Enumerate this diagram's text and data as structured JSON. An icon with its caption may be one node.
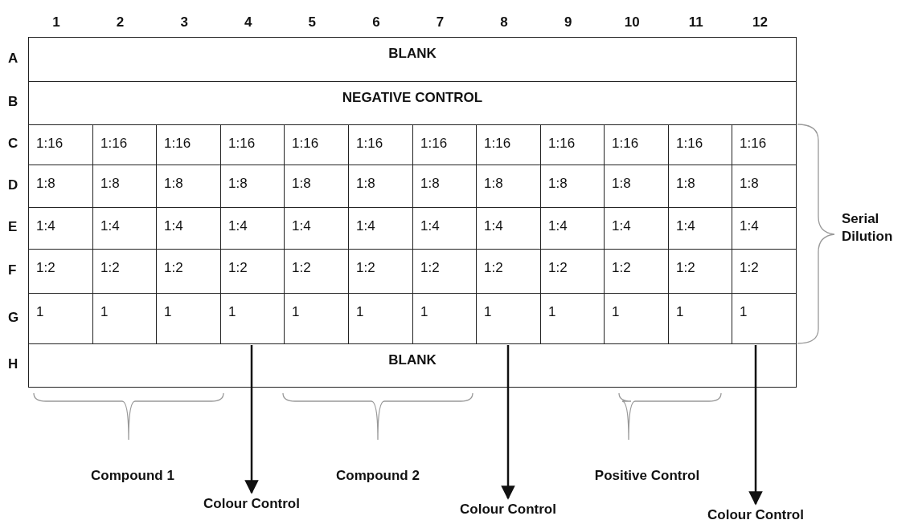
{
  "diagram": {
    "nodes": [
      {
        "text": [
          "Colour Control"
        ]
      },
      {
        "text": [
          "Colour Control"
        ]
      },
      {
        "text": [
          "Colour Control"
        ]
      }
    ],
    "edges": [
      {
        "from": null,
        "to": 0,
        "arrow": "to"
      },
      {
        "from": null,
        "to": 1,
        "arrow": "to"
      },
      {
        "from": null,
        "to": 2,
        "arrow": "to"
      }
    ],
    "labels": [
      "1",
      "2",
      "3",
      "4",
      "5",
      "6",
      "7",
      "8",
      "9",
      "10",
      "11",
      "12",
      "A",
      "BLANK",
      "B",
      "NEGATIVE CONTROL",
      "C",
      "1:16",
      "1:16",
      "1:16",
      "1:16",
      "1:16",
      "1:16",
      "1:16",
      "1:16",
      "1:16",
      "1:16",
      "1:16",
      "1:16",
      "D",
      "1:8",
      "1:8",
      "1:8",
      "1:8",
      "1:8",
      "1:8",
      "1:8",
      "1:8",
      "1:8",
      "1:8",
      "1:8",
      "1:8",
      "E",
      "1:4",
      "1:4",
      "1:4",
      "1:4",
      "1:4",
      "1:4",
      "1:4",
      "1:4",
      "1:4",
      "1:4",
      "1:4",
      "1:4",
      "F",
      "1:2",
      "1:2",
      "1:2",
      "1:2",
      "1:2",
      "1:2",
      "1:2",
      "1:2",
      "1:2",
      "1:2",
      "1:2",
      "1:2",
      "G",
      "1",
      "1",
      "1",
      "1",
      "1",
      "1",
      "1",
      "1",
      "1",
      "1",
      "1",
      "1",
      "H",
      "BLANK",
      "Serial Dilution",
      "Compound 1",
      "Compound 2",
      "Positive Control"
    ]
  }
}
